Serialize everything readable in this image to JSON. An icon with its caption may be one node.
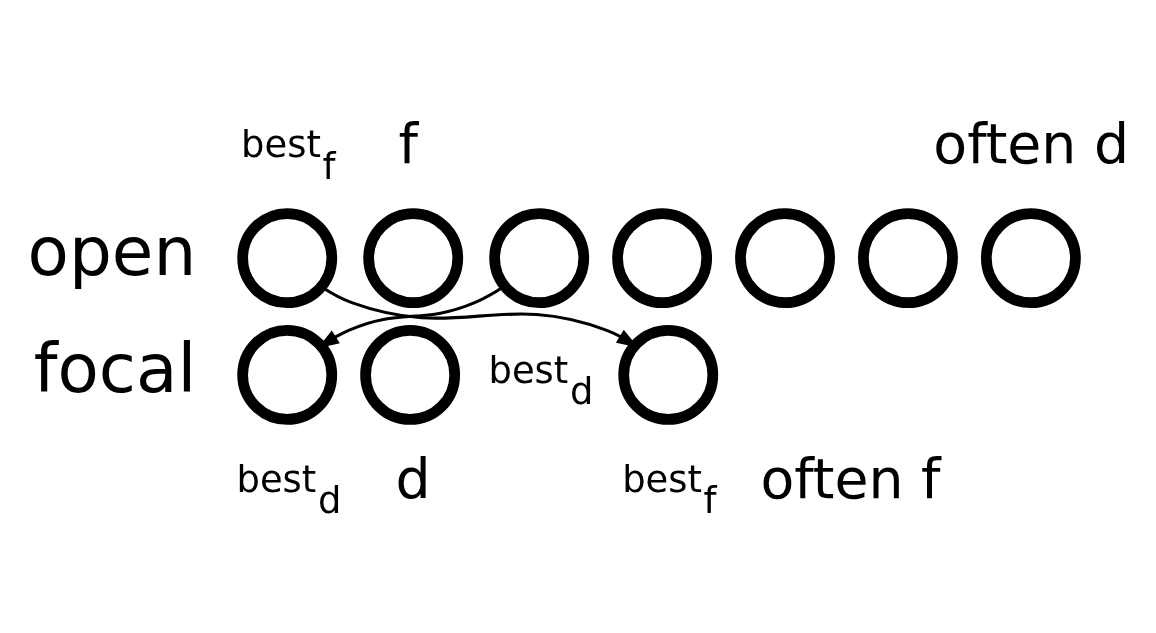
{
  "diagram": {
    "nodes": [
      {
        "text": [],
        "shape": "circle",
        "beside": [
          "best$_{f}$"
        ]
      },
      {
        "text": [],
        "shape": "circle"
      },
      {
        "text": [],
        "shape": "circle",
        "beside": [
          "best$_{d}$"
        ]
      },
      {
        "text": [],
        "shape": "circle"
      },
      {
        "text": [],
        "shape": "circle"
      },
      {
        "text": [],
        "shape": "circle"
      },
      {
        "text": [],
        "shape": "circle"
      },
      {
        "text": [],
        "shape": "circle",
        "beside": [
          "best$_{d}$"
        ]
      },
      {
        "text": [],
        "shape": "circle"
      },
      {
        "text": [],
        "shape": "circle",
        "beside": [
          "best$_{f}$"
        ]
      }
    ],
    "edges": [
      {
        "from": 0,
        "to": 9,
        "arrow": "to"
      },
      {
        "from": 2,
        "to": 7,
        "arrow": "to"
      }
    ],
    "labels": [
      "f",
      "often d",
      "open",
      "focal",
      "d",
      "often f"
    ]
  }
}
